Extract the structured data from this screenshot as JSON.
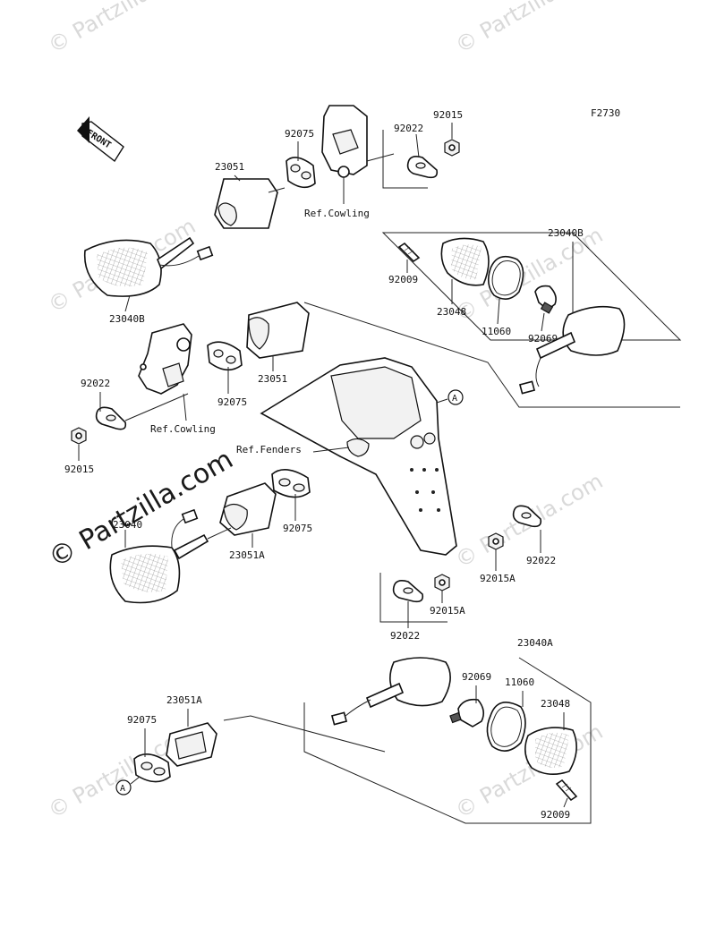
{
  "figure_code": "F2730",
  "front_label": "FRONT",
  "watermark": {
    "small": "© Partzilla.com",
    "large": "© Partzilla.com"
  },
  "callout_letter": "A",
  "part_numbers": {
    "p92015_top": "92015",
    "p92022_top": "92022",
    "p92075_top": "92075",
    "p23051_top": "23051",
    "p23040B_left": "23040B",
    "p23040B_right": "23040B",
    "p92009_top": "92009",
    "p23048_top": "23048",
    "p11060_top": "11060",
    "p92069_top": "92069",
    "p23051_mid": "23051",
    "p92075_mid": "92075",
    "p92022_left": "92022",
    "p92015_left": "92015",
    "p23040": "23040",
    "p23051A_mid": "23051A",
    "p92075_low": "92075",
    "p92022_right": "92022",
    "p92015A_right": "92015A",
    "p92015A_center": "92015A",
    "p92022_center": "92022",
    "p23040A": "23040A",
    "p92069_bot": "92069",
    "p11060_bot": "11060",
    "p23048_bot": "23048",
    "p92009_bot": "92009",
    "p23051A_bot": "23051A",
    "p92075_bot": "92075"
  },
  "references": {
    "cowling_top": "Ref.Cowling",
    "cowling_left": "Ref.Cowling",
    "fenders": "Ref.Fenders"
  }
}
